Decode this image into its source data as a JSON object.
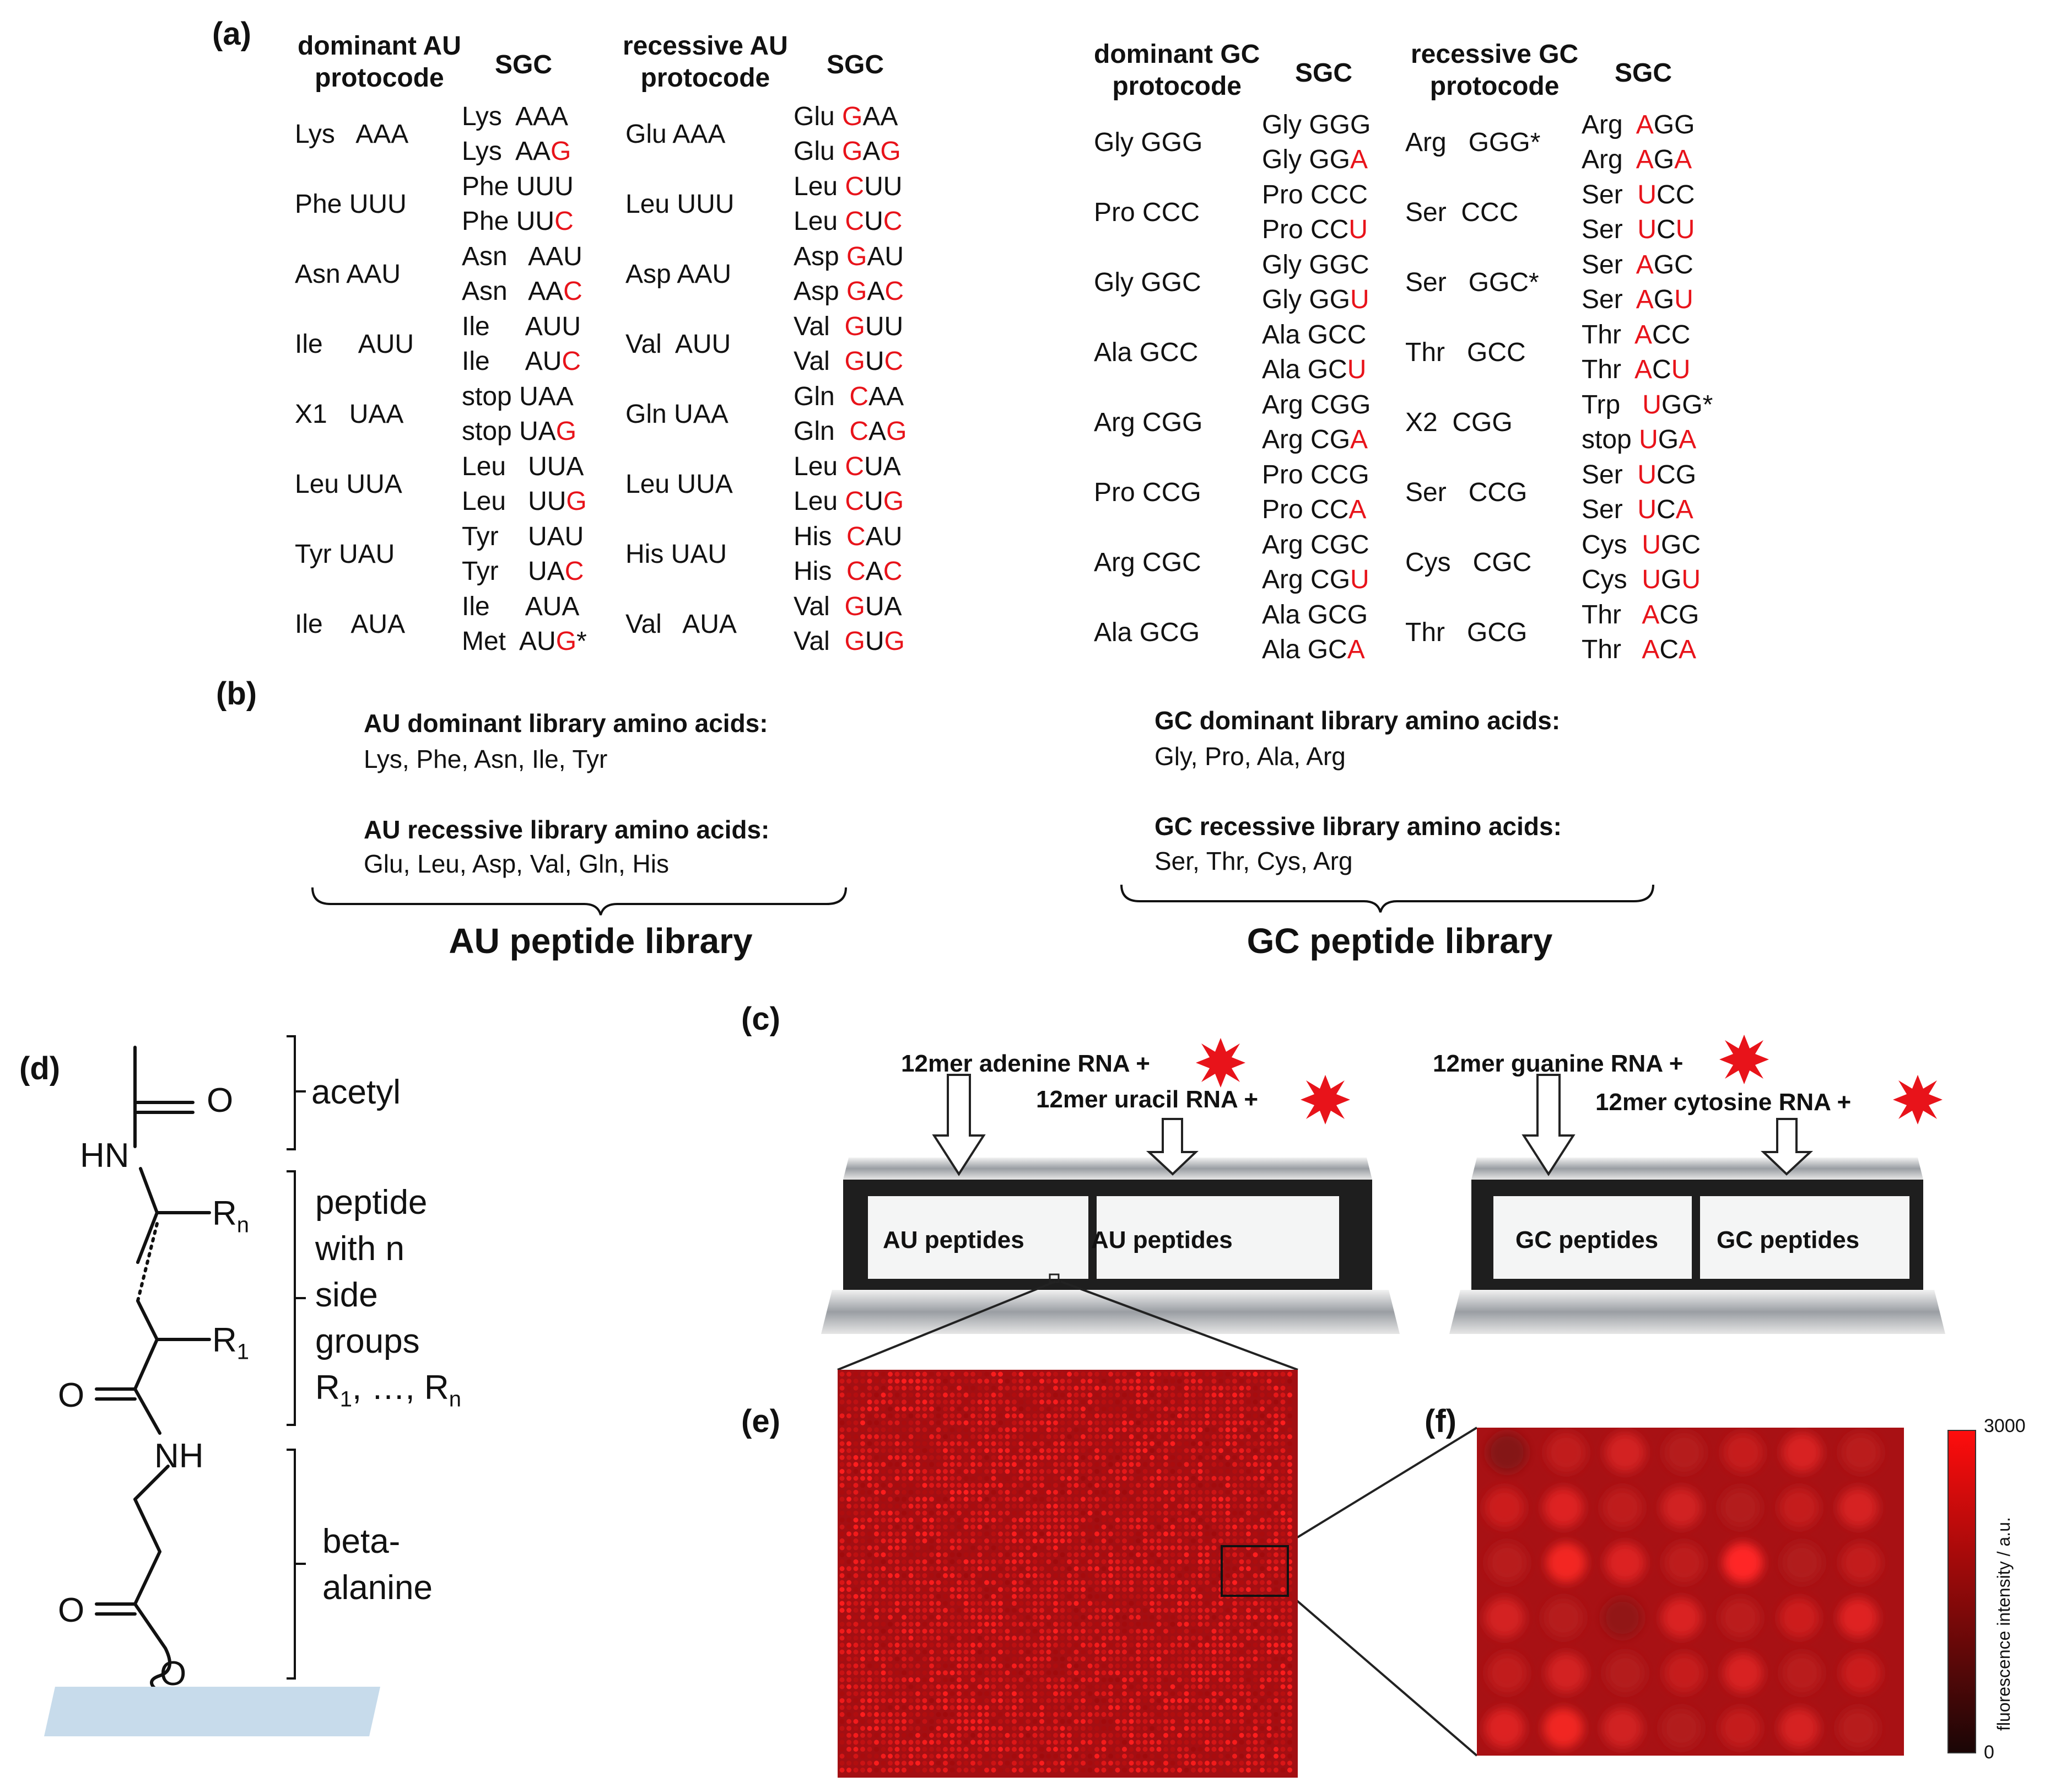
{
  "panel_labels": {
    "a": "(a)",
    "b": "(b)",
    "c": "(c)",
    "d": "(d)",
    "e": "(e)",
    "f": "(f)"
  },
  "tables": [
    {
      "protocode_header": [
        "dominant AU",
        "protocode"
      ],
      "sgc_header": "SGC",
      "rows": [
        {
          "proto": "Lys   AAA",
          "sgc": [
            [
              "Lys  AAA",
              ""
            ],
            [
              "Lys  AA",
              "G"
            ]
          ]
        },
        {
          "proto": "Phe UUU",
          "sgc": [
            [
              "Phe UUU",
              ""
            ],
            [
              "Phe UU",
              "C"
            ]
          ]
        },
        {
          "proto": "Asn AAU",
          "sgc": [
            [
              "Asn   AAU",
              ""
            ],
            [
              "Asn   AA",
              "C"
            ]
          ]
        },
        {
          "proto": "Ile     AUU",
          "sgc": [
            [
              "Ile     AUU",
              ""
            ],
            [
              "Ile     AU",
              "C"
            ]
          ]
        },
        {
          "proto": "X1   UAA",
          "sgc": [
            [
              "stop UAA",
              ""
            ],
            [
              "stop UA",
              "G"
            ]
          ]
        },
        {
          "proto": "Leu UUA",
          "sgc": [
            [
              "Leu   UUA",
              ""
            ],
            [
              "Leu   UU",
              "G"
            ]
          ]
        },
        {
          "proto": "Tyr UAU",
          "sgc": [
            [
              "Tyr    UAU",
              ""
            ],
            [
              "Tyr    UA",
              "C"
            ]
          ]
        },
        {
          "proto": "Ile    AUA",
          "sgc": [
            [
              "Ile     AUA",
              ""
            ],
            [
              "Met  AU",
              "G",
              "*"
            ]
          ]
        }
      ]
    },
    {
      "protocode_header": [
        "recessive AU",
        "protocode"
      ],
      "sgc_header": "SGC",
      "rows": [
        {
          "proto": "Glu AAA",
          "sgc": [
            [
              "Glu ",
              "G",
              "AA"
            ],
            [
              "Glu ",
              "G",
              "A",
              "G"
            ]
          ]
        },
        {
          "proto": "Leu UUU",
          "sgc": [
            [
              "Leu ",
              "C",
              "UU"
            ],
            [
              "Leu ",
              "C",
              "U",
              "C"
            ]
          ]
        },
        {
          "proto": "Asp AAU",
          "sgc": [
            [
              "Asp ",
              "G",
              "AU"
            ],
            [
              "Asp ",
              "G",
              "A",
              "C"
            ]
          ]
        },
        {
          "proto": "Val  AUU",
          "sgc": [
            [
              "Val  ",
              "G",
              "UU"
            ],
            [
              "Val  ",
              "G",
              "U",
              "C"
            ]
          ]
        },
        {
          "proto": "Gln UAA",
          "sgc": [
            [
              "Gln  ",
              "C",
              "AA"
            ],
            [
              "Gln  ",
              "C",
              "A",
              "G"
            ]
          ]
        },
        {
          "proto": "Leu UUA",
          "sgc": [
            [
              "Leu ",
              "C",
              "UA"
            ],
            [
              "Leu ",
              "C",
              "U",
              "G"
            ]
          ]
        },
        {
          "proto": "His UAU",
          "sgc": [
            [
              "His  ",
              "C",
              "AU"
            ],
            [
              "His  ",
              "C",
              "A",
              "C"
            ]
          ]
        },
        {
          "proto": "Val   AUA",
          "sgc": [
            [
              "Val  ",
              "G",
              "UA"
            ],
            [
              "Val  ",
              "G",
              "U",
              "G"
            ]
          ]
        }
      ]
    },
    {
      "protocode_header": [
        "dominant GC",
        "protocode"
      ],
      "sgc_header": "SGC",
      "rows": [
        {
          "proto": "Gly GGG",
          "sgc": [
            [
              "Gly GGG",
              ""
            ],
            [
              "Gly GG",
              "A"
            ]
          ]
        },
        {
          "proto": "Pro CCC",
          "sgc": [
            [
              "Pro CCC",
              ""
            ],
            [
              "Pro CC",
              "U"
            ]
          ]
        },
        {
          "proto": "Gly GGC",
          "sgc": [
            [
              "Gly GGC",
              ""
            ],
            [
              "Gly GG",
              "U"
            ]
          ]
        },
        {
          "proto": "Ala GCC",
          "sgc": [
            [
              "Ala GCC",
              ""
            ],
            [
              "Ala GC",
              "U"
            ]
          ]
        },
        {
          "proto": "Arg CGG",
          "sgc": [
            [
              "Arg CGG",
              ""
            ],
            [
              "Arg CG",
              "A"
            ]
          ]
        },
        {
          "proto": "Pro CCG",
          "sgc": [
            [
              "Pro CCG",
              ""
            ],
            [
              "Pro CC",
              "A"
            ]
          ]
        },
        {
          "proto": "Arg CGC",
          "sgc": [
            [
              "Arg CGC",
              ""
            ],
            [
              "Arg CG",
              "U"
            ]
          ]
        },
        {
          "proto": "Ala GCG",
          "sgc": [
            [
              "Ala GCG",
              ""
            ],
            [
              "Ala GC",
              "A"
            ]
          ]
        }
      ]
    },
    {
      "protocode_header": [
        "recessive GC",
        "protocode"
      ],
      "sgc_header": "SGC",
      "rows": [
        {
          "proto": "Arg   GGG*",
          "sgc": [
            [
              "Arg  ",
              "A",
              "GG"
            ],
            [
              "Arg  ",
              "A",
              "G",
              "A"
            ]
          ]
        },
        {
          "proto": "Ser  CCC",
          "sgc": [
            [
              "Ser  ",
              "U",
              "CC"
            ],
            [
              "Ser  ",
              "U",
              "C",
              "U"
            ]
          ]
        },
        {
          "proto": "Ser   GGC*",
          "sgc": [
            [
              "Ser  ",
              "A",
              "GC"
            ],
            [
              "Ser  ",
              "A",
              "G",
              "U"
            ]
          ]
        },
        {
          "proto": "Thr   GCC",
          "sgc": [
            [
              "Thr  ",
              "A",
              "CC"
            ],
            [
              "Thr  ",
              "A",
              "C",
              "U"
            ]
          ]
        },
        {
          "proto": "X2  CGG",
          "sgc": [
            [
              "Trp   ",
              "U",
              "GG*"
            ],
            [
              "stop ",
              "U",
              "G",
              "A"
            ]
          ]
        },
        {
          "proto": "Ser   CCG",
          "sgc": [
            [
              "Ser  ",
              "U",
              "CG"
            ],
            [
              "Ser  ",
              "U",
              "C",
              "A"
            ]
          ]
        },
        {
          "proto": "Cys   CGC",
          "sgc": [
            [
              "Cys  ",
              "U",
              "GC"
            ],
            [
              "Cys  ",
              "U",
              "G",
              "U"
            ]
          ]
        },
        {
          "proto": "Thr   GCG",
          "sgc": [
            [
              "Thr   ",
              "A",
              "CG"
            ],
            [
              "Thr   ",
              "A",
              "C",
              "A"
            ]
          ]
        }
      ]
    }
  ],
  "libraries": {
    "au_dominant_title": "AU dominant library amino acids:",
    "au_dominant_list": "Lys, Phe, Asn, Ile, Tyr",
    "au_recessive_title": "AU recessive library amino acids:",
    "au_recessive_list": "Glu, Leu, Asp, Val, Gln, His",
    "gc_dominant_title": "GC dominant library amino acids:",
    "gc_dominant_list": "Gly, Pro, Ala, Arg",
    "gc_recessive_title": "GC recessive library amino acids:",
    "gc_recessive_list": "Ser, Thr, Cys, Arg",
    "au_library": "AU peptide library",
    "gc_library": "GC peptide library"
  },
  "structure": {
    "o1": "O",
    "hn": "HN",
    "rn": "R",
    "rn_sub": "n",
    "r1": "R",
    "r1_sub": "1",
    "o2": "O",
    "nh": "NH",
    "o3": "O",
    "o4": "O",
    "acetyl": "acetyl",
    "peptide_lines": [
      "peptide",
      "with n",
      "side",
      "groups"
    ],
    "peptide_last_pre": "R",
    "peptide_last_sub1": "1",
    "peptide_last_mid": ", …, R",
    "peptide_last_sub2": "n",
    "beta_lines": [
      "beta-",
      "alanine"
    ]
  },
  "slides": {
    "labels": [
      "12mer adenine RNA +",
      "12mer uracil RNA +",
      "12mer guanine RNA +",
      "12mer cytosine RNA +"
    ],
    "chambers": [
      "AU peptides",
      "AU peptides",
      "GC peptides",
      "GC peptides"
    ]
  },
  "colorbar": {
    "max": "3000",
    "min": "0",
    "label": "fluorescence intensity / a.u."
  },
  "colors": {
    "red": "#e8131a",
    "spot": "#c41616",
    "bg_red": "#a10f12"
  }
}
